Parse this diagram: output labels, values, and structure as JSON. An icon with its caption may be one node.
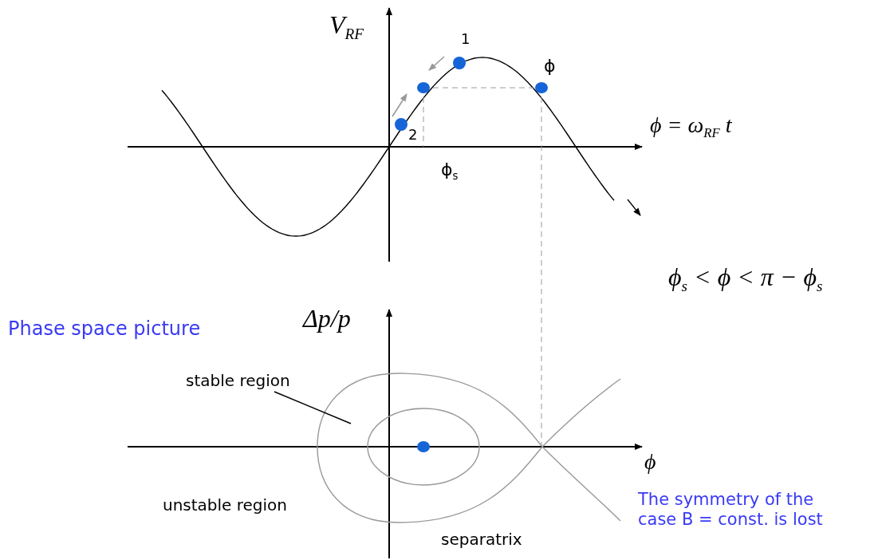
{
  "diagram": {
    "nodes": [
      {
        "text": [
          "stable region"
        ]
      },
      {
        "text": [],
        "shape": "region",
        "beside": [
          "separatrix"
        ]
      }
    ],
    "edges": [
      {
        "from": 0,
        "to": 1,
        "arrow": "none"
      }
    ],
    "labels": [
      "V$_{RF}$",
      "1",
      "ϕ",
      "2",
      "ϕ = ω$_{RF}$ t",
      "ϕ$_{s}$",
      "ϕ$_{s}$ < ϕ < π − ϕ$_{s}$",
      "Δp/p",
      "Phase space picture",
      "unstable region",
      "ϕ",
      "The symmetry of the case B = const. is lost"
    ]
  }
}
